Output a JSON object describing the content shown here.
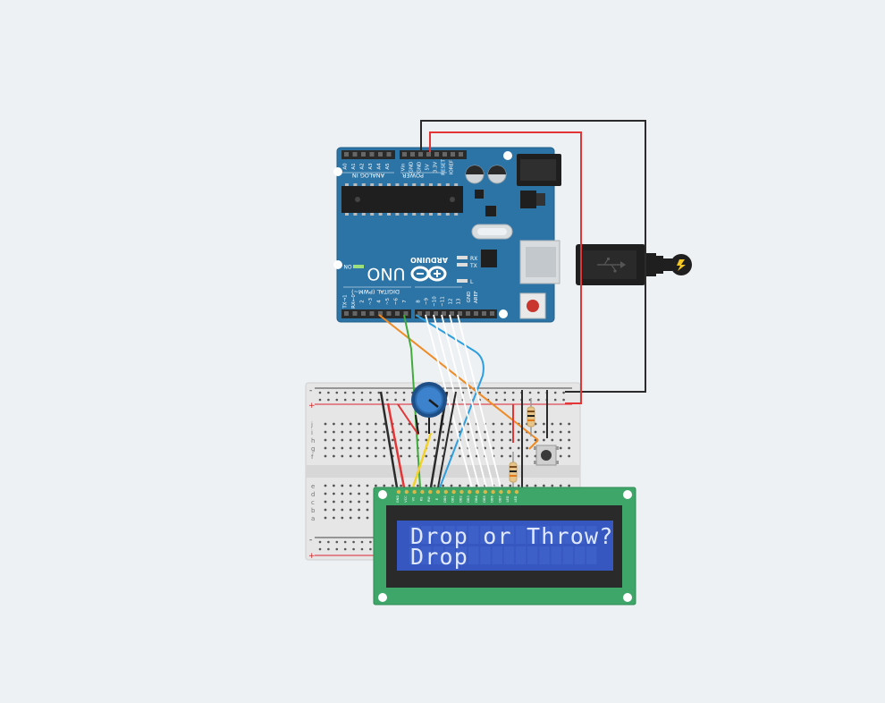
{
  "arduino": {
    "brand": "ARDUINO",
    "model": "UNO",
    "analog_label": "ANALOG IN",
    "power_label": "POWER",
    "digital_label": "DIGITAL (PWM~)",
    "on_label": "ON",
    "rx_label": "RX",
    "tx_label": "TX",
    "l_label": "L",
    "aref_label": "AREF",
    "gnd_label": "GND",
    "analog_pins": [
      "A0",
      "A1",
      "A2",
      "A3",
      "A4",
      "A5"
    ],
    "power_pins": [
      "Vin",
      "GND",
      "GND",
      "5V",
      "3.3V",
      "RESET",
      "IOREF"
    ],
    "digital_pins_low": [
      "TX→1",
      "RX←0",
      "2",
      "~3",
      "4",
      "~5",
      "~6",
      "7"
    ],
    "digital_pins_high": [
      "8",
      "~9",
      "~10",
      "~11",
      "12",
      "13"
    ]
  },
  "lcd": {
    "line1": "Drop or Throw?",
    "line2": "Drop",
    "pins": [
      "GND",
      "VCC",
      "V0",
      "RS",
      "RW",
      "E",
      "DB0",
      "DB1",
      "DB2",
      "DB3",
      "DB4",
      "DB5",
      "DB6",
      "DB7",
      "LED",
      "LED"
    ]
  },
  "breadboard": {
    "row_letters_top": [
      "j",
      "i",
      "h",
      "g",
      "f"
    ],
    "row_letters_bottom": [
      "e",
      "d",
      "c",
      "b",
      "a"
    ],
    "rail_minus": "-",
    "rail_plus": "+"
  },
  "colors": {
    "arduino_board": "#2c74a6",
    "lcd_pcb": "#3fa66a",
    "lcd_screen": "#3657c0",
    "wire_red": "#e33535",
    "wire_black": "#2b2b2b",
    "wire_orange": "#f08a24",
    "wire_green": "#41ac3c",
    "wire_blue": "#2d9fe0",
    "wire_yellow": "#f3d12c",
    "wire_white": "#ffffff"
  }
}
